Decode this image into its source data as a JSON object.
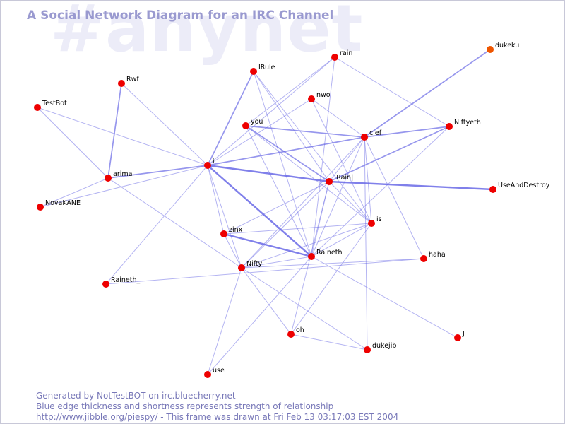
{
  "header": {
    "watermark": "#anynet",
    "title": "A Social Network Diagram for an IRC Channel"
  },
  "colors": {
    "edge": "#6a6ae6",
    "node": "#ee0000",
    "node_highlight": "#ee5500",
    "title": "#9a9ad0",
    "footer": "#7878b8"
  },
  "graph": {
    "nodes": [
      {
        "id": "rain",
        "label": "rain"
      },
      {
        "id": "dukeku",
        "label": "dukeku",
        "highlight": true
      },
      {
        "id": "IRule",
        "label": "IRule"
      },
      {
        "id": "Rwf",
        "label": "Rwf"
      },
      {
        "id": "nwo",
        "label": "nwo"
      },
      {
        "id": "TestBot",
        "label": "TestBot"
      },
      {
        "id": "you",
        "label": "you"
      },
      {
        "id": "Niftyeth",
        "label": "Niftyeth"
      },
      {
        "id": "clef",
        "label": "clef"
      },
      {
        "id": "i",
        "label": "i"
      },
      {
        "id": "arima",
        "label": "arima"
      },
      {
        "id": "Rain",
        "label": "|Rain|"
      },
      {
        "id": "UseAndDestroy",
        "label": "UseAndDestroy"
      },
      {
        "id": "NovaKANE",
        "label": "NovaKANE"
      },
      {
        "id": "is",
        "label": "is"
      },
      {
        "id": "zinx",
        "label": "zinx"
      },
      {
        "id": "Raineth",
        "label": "Raineth"
      },
      {
        "id": "haha",
        "label": "haha"
      },
      {
        "id": "Nifty",
        "label": "Nifty"
      },
      {
        "id": "Raineth_",
        "label": "Raineth_"
      },
      {
        "id": "oh",
        "label": "oh"
      },
      {
        "id": "J",
        "label": "J"
      },
      {
        "id": "dukejib",
        "label": "dukejib"
      },
      {
        "id": "use",
        "label": "use"
      }
    ],
    "edges": [
      {
        "from": "i",
        "to": "Raineth",
        "weight": 3
      },
      {
        "from": "i",
        "to": "Rain",
        "weight": 3
      },
      {
        "from": "zinx",
        "to": "Raineth",
        "weight": 3
      },
      {
        "from": "Rain",
        "to": "UseAndDestroy",
        "weight": 3
      },
      {
        "from": "i",
        "to": "clef",
        "weight": 2
      },
      {
        "from": "i",
        "to": "IRule",
        "weight": 2
      },
      {
        "from": "i",
        "to": "arima",
        "weight": 2
      },
      {
        "from": "Rwf",
        "to": "arima",
        "weight": 2
      },
      {
        "from": "dukeku",
        "to": "clef",
        "weight": 2
      },
      {
        "from": "clef",
        "to": "Niftyeth",
        "weight": 2
      },
      {
        "from": "Rain",
        "to": "Niftyeth",
        "weight": 2
      },
      {
        "from": "you",
        "to": "clef",
        "weight": 2
      },
      {
        "from": "you",
        "to": "Rain",
        "weight": 2
      },
      {
        "from": "Rwf",
        "to": "i",
        "weight": 1
      },
      {
        "from": "TestBot",
        "to": "i",
        "weight": 1
      },
      {
        "from": "TestBot",
        "to": "arima",
        "weight": 1
      },
      {
        "from": "NovaKANE",
        "to": "i",
        "weight": 1
      },
      {
        "from": "NovaKANE",
        "to": "arima",
        "weight": 1
      },
      {
        "from": "arima",
        "to": "Nifty",
        "weight": 1
      },
      {
        "from": "Raineth_",
        "to": "i",
        "weight": 1
      },
      {
        "from": "Raineth_",
        "to": "haha",
        "weight": 1
      },
      {
        "from": "i",
        "to": "rain",
        "weight": 1
      },
      {
        "from": "i",
        "to": "nwo",
        "weight": 1
      },
      {
        "from": "i",
        "to": "zinx",
        "weight": 1
      },
      {
        "from": "i",
        "to": "Nifty",
        "weight": 1
      },
      {
        "from": "IRule",
        "to": "Rain",
        "weight": 1
      },
      {
        "from": "IRule",
        "to": "is",
        "weight": 1
      },
      {
        "from": "IRule",
        "to": "Raineth",
        "weight": 1
      },
      {
        "from": "rain",
        "to": "you",
        "weight": 1
      },
      {
        "from": "rain",
        "to": "Niftyeth",
        "weight": 1
      },
      {
        "from": "rain",
        "to": "Raineth",
        "weight": 1
      },
      {
        "from": "nwo",
        "to": "clef",
        "weight": 1
      },
      {
        "from": "nwo",
        "to": "is",
        "weight": 1
      },
      {
        "from": "you",
        "to": "Raineth",
        "weight": 1
      },
      {
        "from": "you",
        "to": "is",
        "weight": 1
      },
      {
        "from": "clef",
        "to": "Rain",
        "weight": 1
      },
      {
        "from": "clef",
        "to": "is",
        "weight": 1
      },
      {
        "from": "clef",
        "to": "Raineth",
        "weight": 1
      },
      {
        "from": "clef",
        "to": "Nifty",
        "weight": 1
      },
      {
        "from": "clef",
        "to": "haha",
        "weight": 1
      },
      {
        "from": "clef",
        "to": "dukejib",
        "weight": 1
      },
      {
        "from": "Niftyeth",
        "to": "Raineth",
        "weight": 1
      },
      {
        "from": "Rain",
        "to": "is",
        "weight": 1
      },
      {
        "from": "Rain",
        "to": "zinx",
        "weight": 1
      },
      {
        "from": "Rain",
        "to": "Nifty",
        "weight": 1
      },
      {
        "from": "Rain",
        "to": "oh",
        "weight": 1
      },
      {
        "from": "Rain",
        "to": "Raineth",
        "weight": 1
      },
      {
        "from": "zinx",
        "to": "is",
        "weight": 1
      },
      {
        "from": "zinx",
        "to": "Nifty",
        "weight": 1
      },
      {
        "from": "Nifty",
        "to": "is",
        "weight": 1
      },
      {
        "from": "Nifty",
        "to": "Raineth",
        "weight": 1
      },
      {
        "from": "Nifty",
        "to": "haha",
        "weight": 1
      },
      {
        "from": "Nifty",
        "to": "oh",
        "weight": 1
      },
      {
        "from": "Nifty",
        "to": "dukejib",
        "weight": 1
      },
      {
        "from": "Nifty",
        "to": "use",
        "weight": 1
      },
      {
        "from": "Raineth",
        "to": "is",
        "weight": 1
      },
      {
        "from": "Raineth",
        "to": "J",
        "weight": 1
      },
      {
        "from": "Raineth",
        "to": "use",
        "weight": 1
      },
      {
        "from": "oh",
        "to": "dukejib",
        "weight": 1
      },
      {
        "from": "oh",
        "to": "is",
        "weight": 1
      }
    ]
  },
  "footer": {
    "line1": "Generated by NotTestBOT on irc.bluecherry.net",
    "line2": "Blue edge thickness and shortness represents strength of relationship",
    "line3": "http://www.jibble.org/piespy/ - This frame was drawn at Fri Feb 13 03:17:03 EST 2004"
  }
}
